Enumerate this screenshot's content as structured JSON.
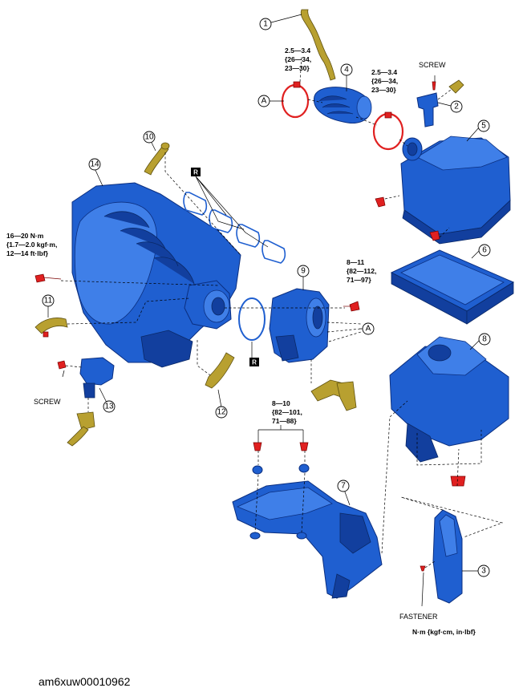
{
  "diagram": {
    "callouts": [
      "1",
      "2",
      "3",
      "4",
      "5",
      "6",
      "7",
      "8",
      "9",
      "10",
      "11",
      "12",
      "13",
      "14",
      "A"
    ],
    "torque_specs": {
      "clamp_left": [
        "2.5—3.4",
        "{26—34,",
        "23—30}"
      ],
      "clamp_right": [
        "2.5—3.4",
        "{26—34,",
        "23—30}"
      ],
      "manifold_bolt": [
        "16—20 N·m",
        "{1.7—2.0 kgf·m,",
        "12—14 ft·lbf}"
      ],
      "throttle_bolt": [
        "8—11",
        "{82—112,",
        "71—97}"
      ],
      "duct_bolt": [
        "8—10",
        "{82—101,",
        "71—88}"
      ]
    },
    "labels": {
      "screw_top": "SCREW",
      "screw_left": "SCREW",
      "fastener": "FASTENER",
      "replace_mark": "R",
      "units": "N·m {kgf·cm, in·lbf}"
    },
    "figure_id": "am6xuw00010962"
  }
}
